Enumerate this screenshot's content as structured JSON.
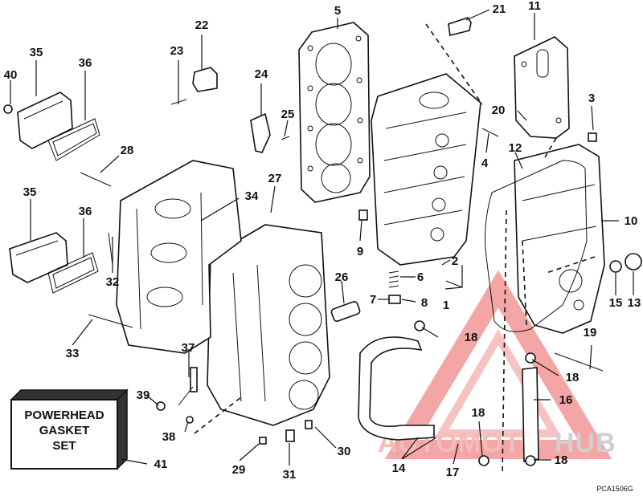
{
  "callouts": [
    "1",
    "2",
    "3",
    "4",
    "5",
    "6",
    "7",
    "8",
    "9",
    "10",
    "11",
    "12",
    "13",
    "14",
    "15",
    "16",
    "17",
    "18",
    "19",
    "20",
    "21",
    "22",
    "23",
    "24",
    "25",
    "26",
    "27",
    "28",
    "29",
    "30",
    "31",
    "32",
    "33",
    "34",
    "35",
    "36",
    "37",
    "38",
    "39",
    "40",
    "41"
  ],
  "gasket_set": {
    "line1": "POWERHEAD",
    "line2": "GASKET",
    "line3": "SET"
  },
  "figure_code": "PCA1506G",
  "watermark": {
    "part1": "AUTOMOTO",
    "part2": "HUB",
    "color_primary": "#e8514f",
    "color_secondary": "#f2a7a3"
  }
}
